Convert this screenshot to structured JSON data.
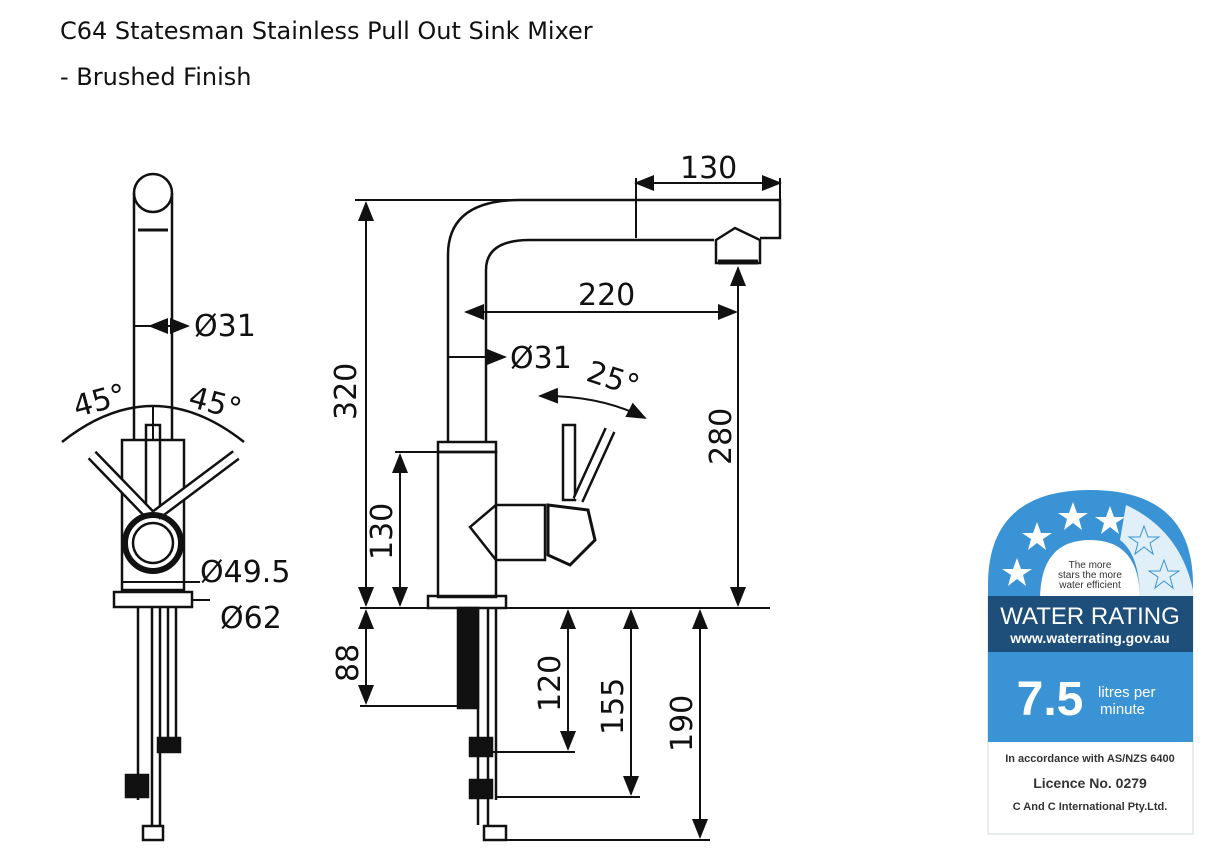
{
  "title": {
    "line1": "C64 Statesman Stainless Pull Out Sink Mixer",
    "line2": "- Brushed Finish"
  },
  "front_view": {
    "dia_spout": "Ø31",
    "angle_left": "45°",
    "angle_right": "45°",
    "dia_body": "Ø49.5",
    "dia_base": "Ø62"
  },
  "side_view": {
    "reach": "130",
    "spout_reach": "220",
    "dia_spout": "Ø31",
    "lever_angle": "25°",
    "total_height": "320",
    "spout_height": "280",
    "body_height": "130",
    "shank_88": "88",
    "shank_120": "120",
    "shank_155": "155",
    "shank_190": "190"
  },
  "water_rating": {
    "tagline_1": "The more",
    "tagline_2": "stars the more",
    "tagline_3": "water efficient",
    "heading": "WATER RATING",
    "website": "www.waterrating.gov.au",
    "flow_value": "7.5",
    "flow_unit_1": "litres per",
    "flow_unit_2": "minute",
    "standard": "In accordance with AS/NZS 6400",
    "licence": "Licence No. 0279",
    "company": "C And C International Pty.Ltd.",
    "colors": {
      "blue": "#3a93d4",
      "dark": "#1d4f7a"
    }
  }
}
